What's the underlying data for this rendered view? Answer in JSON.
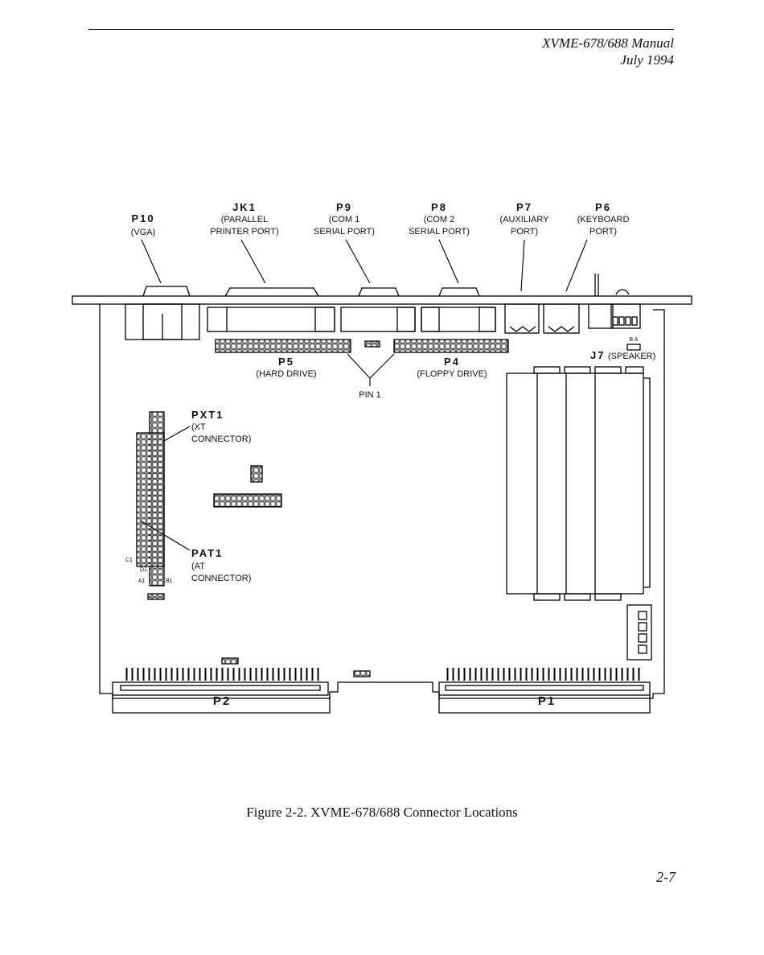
{
  "header": {
    "manual_title": "XVME-678/688 Manual",
    "date": "July 1994"
  },
  "figure": {
    "caption": "Figure 2-2. XVME-678/688 Connector Locations",
    "top_connectors": [
      {
        "id": "P10",
        "line1": "(VGA)",
        "line2": ""
      },
      {
        "id": "JK1",
        "line1": "(PARALLEL",
        "line2": "PRINTER PORT)"
      },
      {
        "id": "P9",
        "line1": "(COM 1",
        "line2": "SERIAL PORT)"
      },
      {
        "id": "P8",
        "line1": "(COM 2",
        "line2": "SERIAL PORT)"
      },
      {
        "id": "P7",
        "line1": "(AUXILIARY",
        "line2": "PORT)"
      },
      {
        "id": "P6",
        "line1": "(KEYBOARD",
        "line2": "PORT)"
      }
    ],
    "p5": {
      "id": "P5",
      "desc": "(HARD DRIVE)"
    },
    "p4": {
      "id": "P4",
      "desc": "(FLOPPY DRIVE)"
    },
    "pin1": "PIN 1",
    "j7": {
      "id": "J7",
      "desc": "(SPEAKER)",
      "pins": "B A"
    },
    "pxt1": {
      "id": "PXT1",
      "line1": "(XT",
      "line2": "CONNECTOR)"
    },
    "pat1": {
      "id": "PAT1",
      "line1": "(AT",
      "line2": "CONNECTOR)"
    },
    "pin_marks": {
      "c1": "C1",
      "d1": "D1",
      "a1": "A1",
      "b1": "B1"
    },
    "p2": "P2",
    "p1": "P1"
  },
  "page_number": "2-7"
}
